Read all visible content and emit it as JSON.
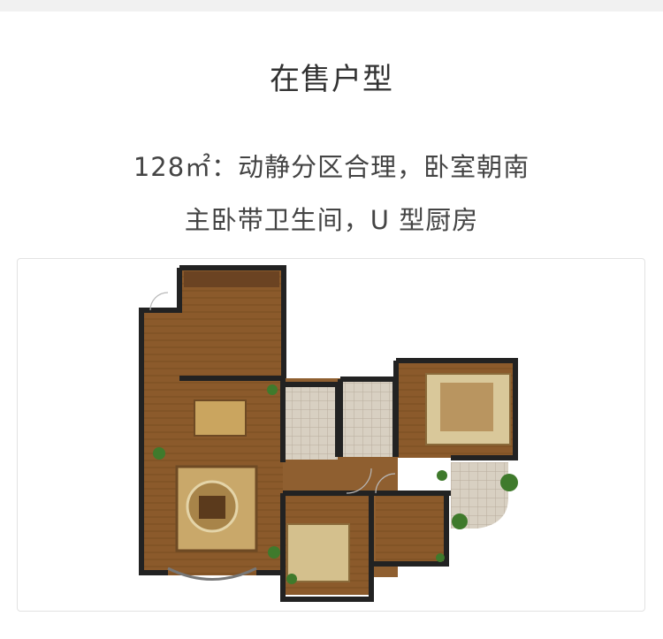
{
  "header": {
    "title": "在售户型"
  },
  "description": {
    "line1": "128㎡：动静分区合理，卧室朝南",
    "line2": "主卧带卫生间，U 型厨房"
  },
  "floorplan": {
    "colors": {
      "wall": "#222222",
      "floor": "#8b5a2b",
      "floor_light": "#a9784a",
      "tile": "#c9bfae",
      "rug": "#d9c89a",
      "plant": "#3f7a2c"
    }
  }
}
